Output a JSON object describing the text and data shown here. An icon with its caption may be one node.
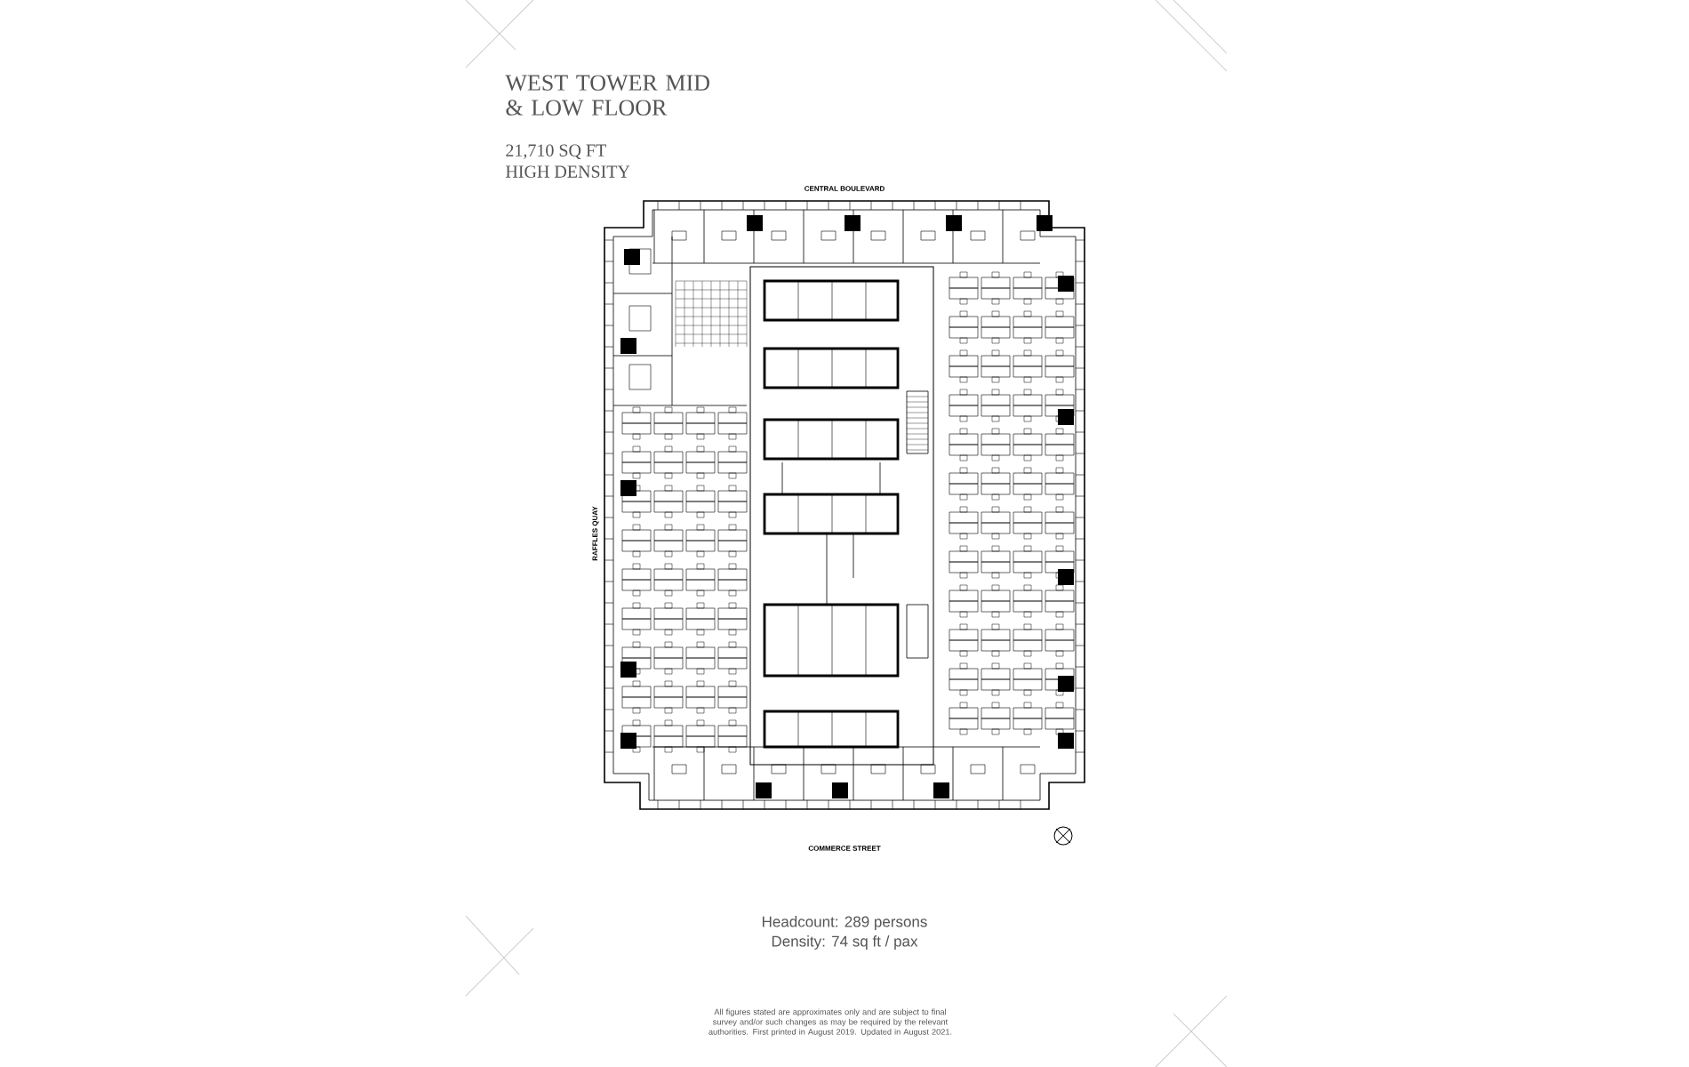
{
  "diagram": {
    "title": "WEST TOWER MID & LOW FLOOR",
    "labels": [
      "21,710 SQ FT",
      "HIGH DENSITY",
      "CENTRAL BOULEVARD",
      "RAFFLES QUAY",
      "COMMERCE STREET",
      "Headcount: 289 persons",
      "Density: 74 sq ft / pax",
      "All figures stated are approximates only and are subject to final survey and/or such changes as may be required by the relevant authorities. First printed in August 2019. Updated in August 2021."
    ]
  }
}
